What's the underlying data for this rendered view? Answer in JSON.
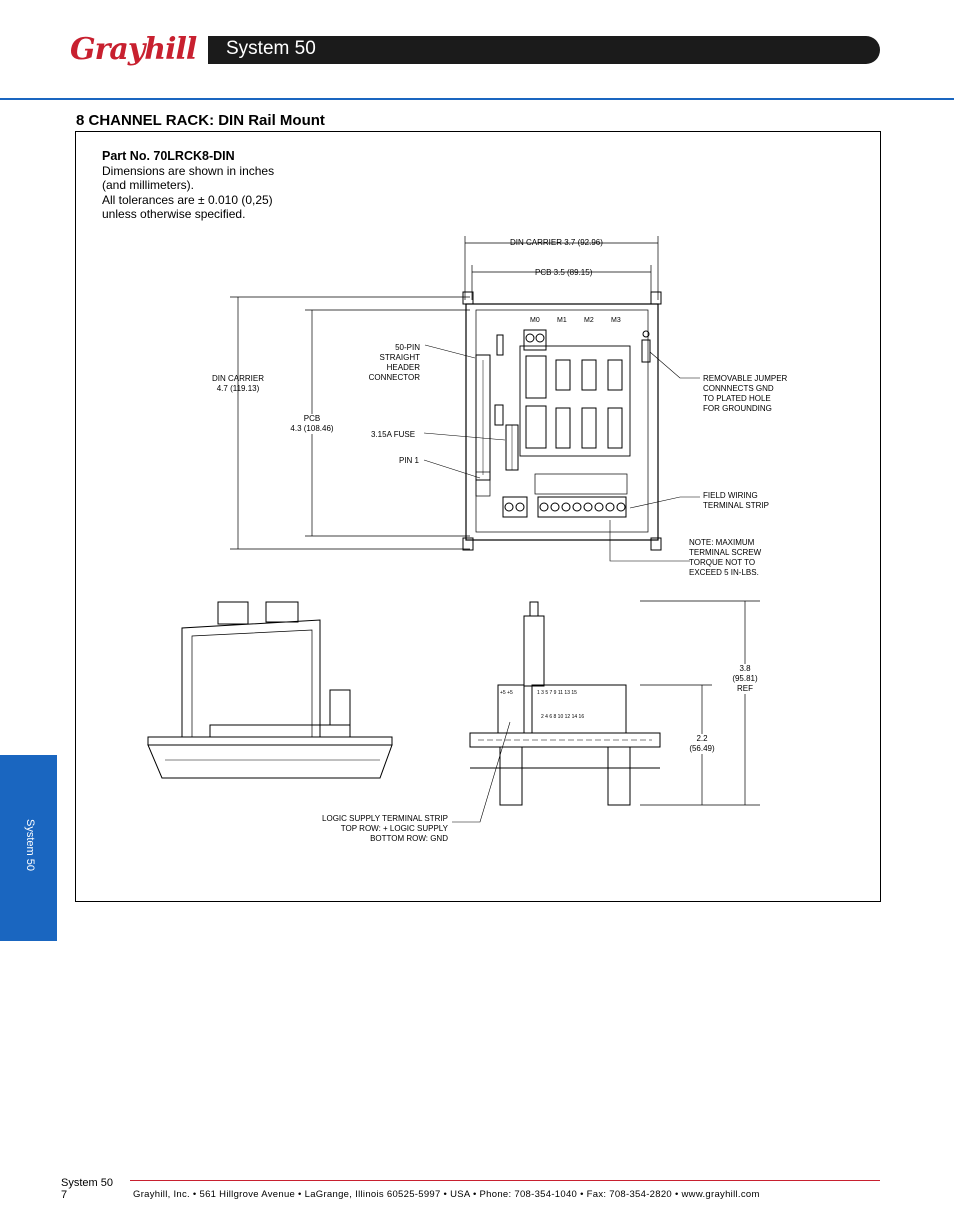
{
  "header": {
    "logo_text": "Grayhill",
    "title": "System 50"
  },
  "section_title": "8 CHANNEL RACK: DIN Rail Mount",
  "notes": {
    "part_no": "Part No. 70LRCK8-DIN",
    "line1": "Dimensions are shown in inches",
    "line2": "(and millimeters).",
    "line3": "All tolerances are ± 0.010 (0,25)",
    "line4": "unless otherwise specified."
  },
  "labels": {
    "din_width": "DIN CARRIER 3.7 (92.96)",
    "pcb_width": "PCB 3.5 (89.15)",
    "din_height_1": "DIN CARRIER",
    "din_height_2": "4.7 (119.13)",
    "pcb_height_1": "PCB",
    "pcb_height_2": "4.3 (108.46)",
    "header_1": "50-PIN",
    "header_2": "STRAIGHT",
    "header_3": "HEADER",
    "header_4": "CONNECTOR",
    "fuse": "3.15A FUSE",
    "pin1": "PIN 1",
    "m0": "M0",
    "m1": "M1",
    "m2": "M2",
    "m3": "M3",
    "jumper_1": "REMOVABLE JUMPER",
    "jumper_2": "CONNNECTS GND",
    "jumper_3": "TO PLATED HOLE",
    "jumper_4": "FOR GROUNDING",
    "field_1": "FIELD WIRING",
    "field_2": "TERMINAL STRIP",
    "torque_1": "NOTE: MAXIMUM",
    "torque_2": "TERMINAL SCREW",
    "torque_3": "TORQUE NOT TO",
    "torque_4": "EXCEED 5 IN-LBS.",
    "h38_1": "3.8",
    "h38_2": "(95.81)",
    "h38_3": "REF",
    "h22_1": "2.2",
    "h22_2": "(56.49)",
    "logic_1": "LOGIC SUPPLY TERMINAL STRIP",
    "logic_2": "TOP ROW: + LOGIC SUPPLY",
    "logic_3": "BOTTOM ROW: GND",
    "top_row_nums": "1  3  5  7  9  11  13  15",
    "bottom_row_nums": "2  4  6  8  10  12  14  16",
    "plus_labels": "+5  +5"
  },
  "side_tab": "System 50",
  "footer": {
    "system": "System 50",
    "page": "7",
    "contact": "Grayhill, Inc. • 561 Hillgrove Avenue • LaGrange, Illinois 60525-5997 • USA • Phone: 708-354-1040 • Fax: 708-354-2820 • www.grayhill.com"
  },
  "colors": {
    "brand_red": "#c8202f",
    "brand_blue": "#1a66c0",
    "title_bar": "#1b1b1b"
  }
}
